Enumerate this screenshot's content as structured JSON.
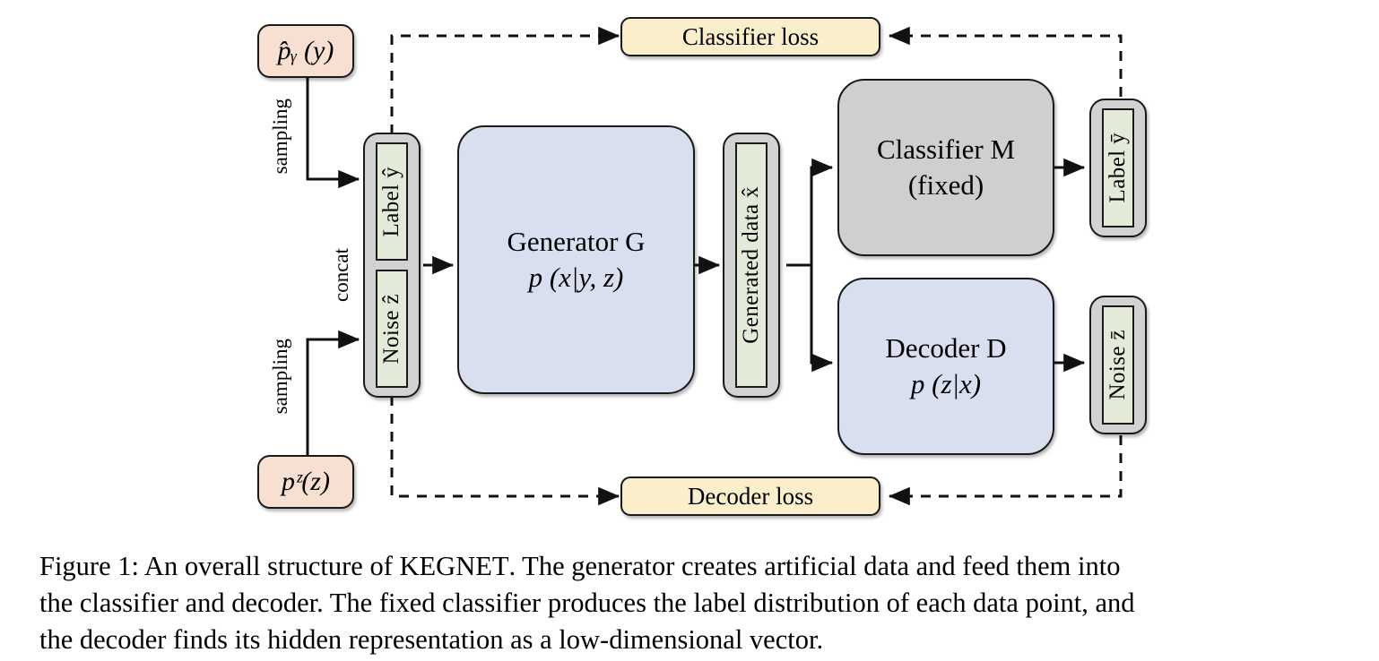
{
  "figure": {
    "caption_prefix": "Figure 1:",
    "caption": "Figure 1: An overall structure of KEGNET. The generator creates artificial data and feed them into the classifier and decoder. The fixed classifier produces the label distribution of each data point, and the decoder finds its hidden representation as a low-dimensional vector.",
    "caption_line1": "Figure 1: An overall structure of K",
    "caption_line1_sc": "EG",
    "caption_line1_b": "N",
    "caption_line1_sc2": "ET",
    "caption_line1_c": ". The generator creates artificial data and feed them into",
    "caption_line2": "the classifier and decoder. The fixed classifier produces the label distribution of each data point, and",
    "caption_line3": "the decoder finds its hidden representation as a low-dimensional vector.",
    "model_name": "KegNet"
  },
  "nodes": {
    "prior_y": {
      "label": "p̂ᵧ (y)",
      "color": "#f7e0d2"
    },
    "prior_z": {
      "label": "pᶻ(z)",
      "color": "#f7e0d2"
    },
    "label_y_hat": {
      "label": "Label ŷ",
      "color": "#e3ead8"
    },
    "noise_z_hat": {
      "label": "Noise ẑ",
      "color": "#e3ead8"
    },
    "generator": {
      "title": "Generator G",
      "formula": "p (x|y, z)",
      "color": "#dadff0"
    },
    "generated_data": {
      "label": "Generated data x̂",
      "color": "#e3ead8"
    },
    "classifier": {
      "title": "Classifier M",
      "subtitle": "(fixed)",
      "color": "#cfcfcf"
    },
    "decoder": {
      "title": "Decoder D",
      "formula": "p (z|x)",
      "color": "#dadff0"
    },
    "label_y_bar": {
      "label": "Label ȳ",
      "color": "#e3ead8"
    },
    "noise_z_bar": {
      "label": "Noise z̄",
      "color": "#e3ead8"
    },
    "classifier_loss": {
      "label": "Classifier loss",
      "color": "#fbeecb"
    },
    "decoder_loss": {
      "label": "Decoder loss",
      "color": "#fbeecb"
    }
  },
  "edge_labels": {
    "sampling_top": "sampling",
    "sampling_bottom": "sampling",
    "concat": "concat"
  },
  "colors": {
    "pink": "#f7e0d2",
    "green": "#e3ead8",
    "blue": "#dadff0",
    "gray": "#cfcfcf",
    "yellow": "#fbeecb",
    "outline": "#1a1a1a",
    "background": "#ffffff"
  }
}
